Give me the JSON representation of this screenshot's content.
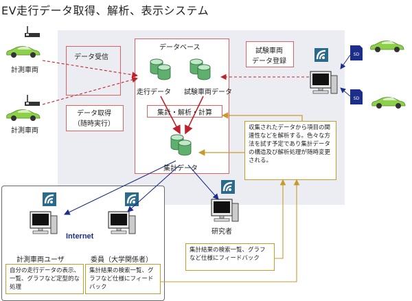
{
  "title": "EV走行データ取得、解析、表示システム",
  "database": {
    "title": "データベース",
    "run_data": "走行データ",
    "test_vehicle_data": "試験車両データ",
    "calc_label": "集計・解析・計算",
    "aggregate_data": "集計データ"
  },
  "left": {
    "receive": "データ受信",
    "acquire_line1": "データ取得",
    "acquire_line2": "（随時実行）",
    "vehicle_top": "計測車両",
    "vehicle_bottom": "計測車両"
  },
  "right": {
    "register_line1": "試験車両",
    "register_line2": "データ登録"
  },
  "researcher": "研究者",
  "internet": "Internet",
  "users": {
    "vehicle_user": "計測車両ユーザ",
    "committee": "委員（大学関係者）"
  },
  "notes": {
    "analysis": "収集されたデータから項目の関連性などを解析する。色々な方法を試す予定であり集計データの構造及び解析処理が随時変更される。",
    "researcher_view": "集計結果の検索一覧、グラフなど仕様にフィードバック",
    "user_view": "自分の走行データの表示、一覧、グラフなど定型的な処理",
    "committee_view": "集計結果の検索一覧、グラフなど仕様にフィードバック"
  },
  "colors": {
    "red": "#c0202a",
    "navy": "#1c2e8a",
    "gold": "#c89a2a",
    "car": "#8fd04a",
    "db": "#6fbf7a",
    "logo": "#2a6a8a"
  }
}
